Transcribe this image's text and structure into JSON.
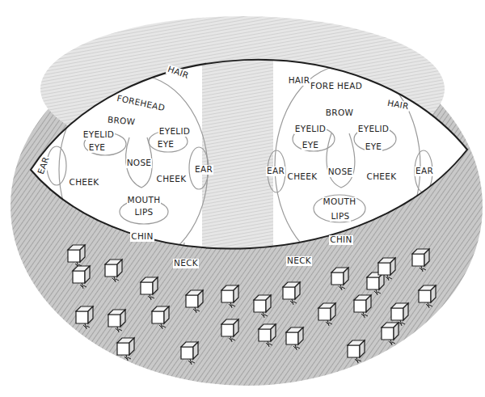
{
  "diagram": {
    "labels": [
      "HAIR",
      "FOREHEAD",
      "BROW",
      "EYELID",
      "EYE",
      "EYELID",
      "EYE",
      "EAR",
      "NOSE",
      "CHEEK",
      "CHEEK",
      "EAR",
      "MOUTH",
      "LIPS",
      "CHIN",
      "NECK",
      "HAIR",
      "FORE HEAD",
      "HAIR",
      "BROW",
      "EYELID",
      "EYELID",
      "EYE",
      "EYE",
      "EAR",
      "CHEEK",
      "NOSE",
      "CHEEK",
      "EAR",
      "MOUTH",
      "LIPS",
      "CHIN",
      "NECK"
    ]
  }
}
